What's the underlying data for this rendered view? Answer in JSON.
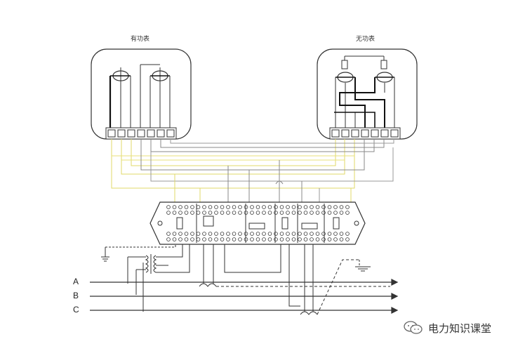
{
  "meters": {
    "active_title": "有功表",
    "reactive_title": "无功表"
  },
  "phases": [
    "A",
    "B",
    "C"
  ],
  "watermark": {
    "text": "电力知识课堂",
    "icon": "wechat-icon"
  },
  "colors": {
    "line": "#333333",
    "wire_yellow": "#e8e27a",
    "wire_gray": "#888888"
  }
}
